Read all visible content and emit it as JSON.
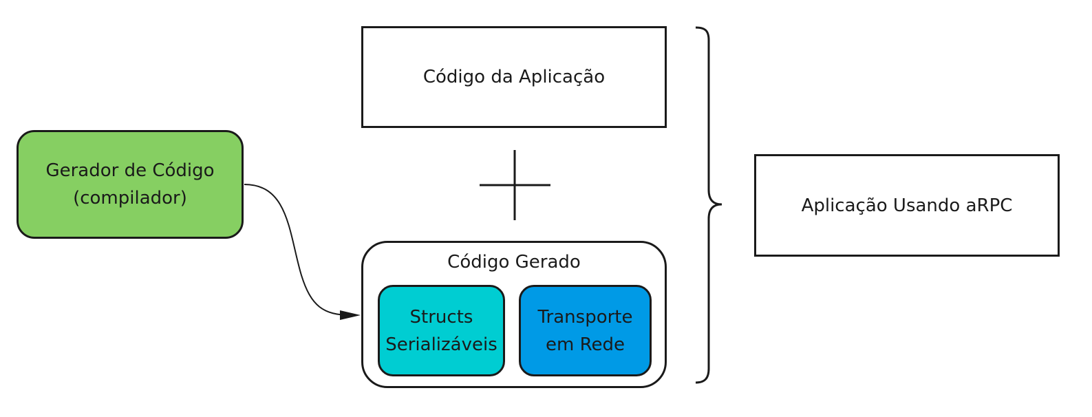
{
  "generator": {
    "line1": "Gerador de Código",
    "line2": "(compilador)"
  },
  "app_code": {
    "label": "Código da Aplicação"
  },
  "operator": {
    "symbol": "plus-sign"
  },
  "generated_code": {
    "title": "Código Gerado",
    "structs": {
      "line1": "Structs",
      "line2": "Serializáveis"
    },
    "transport": {
      "line1": "Transporte",
      "line2": "em Rede"
    }
  },
  "result": {
    "label": "Aplicação Usando aRPC"
  },
  "colors": {
    "generator_fill": "#86cf62",
    "structs_fill": "#00cdd2",
    "transport_fill": "#009ae6",
    "stroke": "#1a1a1a"
  }
}
